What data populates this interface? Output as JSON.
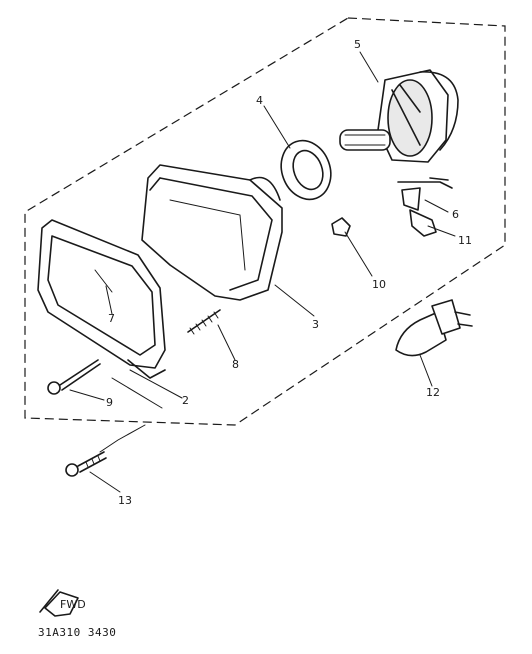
{
  "diagram": {
    "figure_code": "31A310 3430",
    "callouts": {
      "c2": "2",
      "c3": "3",
      "c4": "4",
      "c5": "5",
      "c6": "6",
      "c7": "7",
      "c8": "8",
      "c9": "9",
      "c10": "10",
      "c11": "11",
      "c12": "12",
      "c13": "13"
    }
  }
}
